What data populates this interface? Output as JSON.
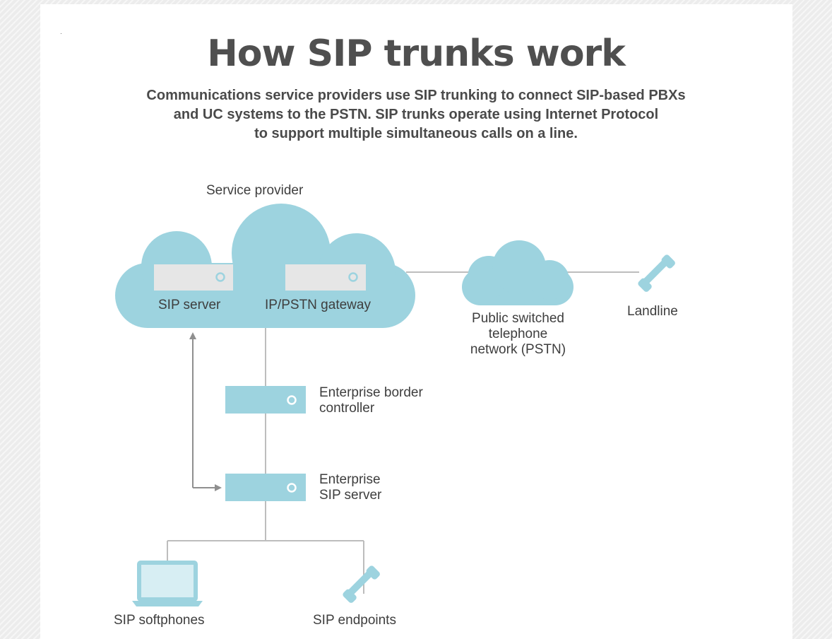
{
  "title": "How SIP trunks work",
  "subtitle": [
    "Communications service providers use SIP trunking to connect SIP-based PBXs",
    "and UC systems to the PSTN. SIP trunks operate using Internet Protocol",
    "to support multiple simultaneous calls on a line."
  ],
  "labels": {
    "service_provider": "Service provider",
    "sip_server": "SIP server",
    "ip_pstn_gateway": "IP/PSTN gateway",
    "pstn": [
      "Public switched",
      "telephone",
      "network (PSTN)"
    ],
    "landline": "Landline",
    "enterprise_border_controller": [
      "Enterprise border",
      "controller"
    ],
    "enterprise_sip_server": [
      "Enterprise",
      "SIP server"
    ],
    "sip_softphones": "SIP softphones",
    "sip_endpoints": "SIP endpoints"
  },
  "icons": {
    "cloud": "cloud-icon",
    "server": "server-icon",
    "phone": "phone-handset-icon",
    "laptop": "laptop-icon"
  },
  "colors": {
    "cloud": "#9dd3df",
    "server_light": "#e6e6e6",
    "server_teal": "#9dd3df",
    "line": "#bdbdbd",
    "arrow": "#8f8f8f",
    "text": "#3e3e3e",
    "title": "#4f4f4f",
    "laptop_screen": "#d7eef3"
  }
}
